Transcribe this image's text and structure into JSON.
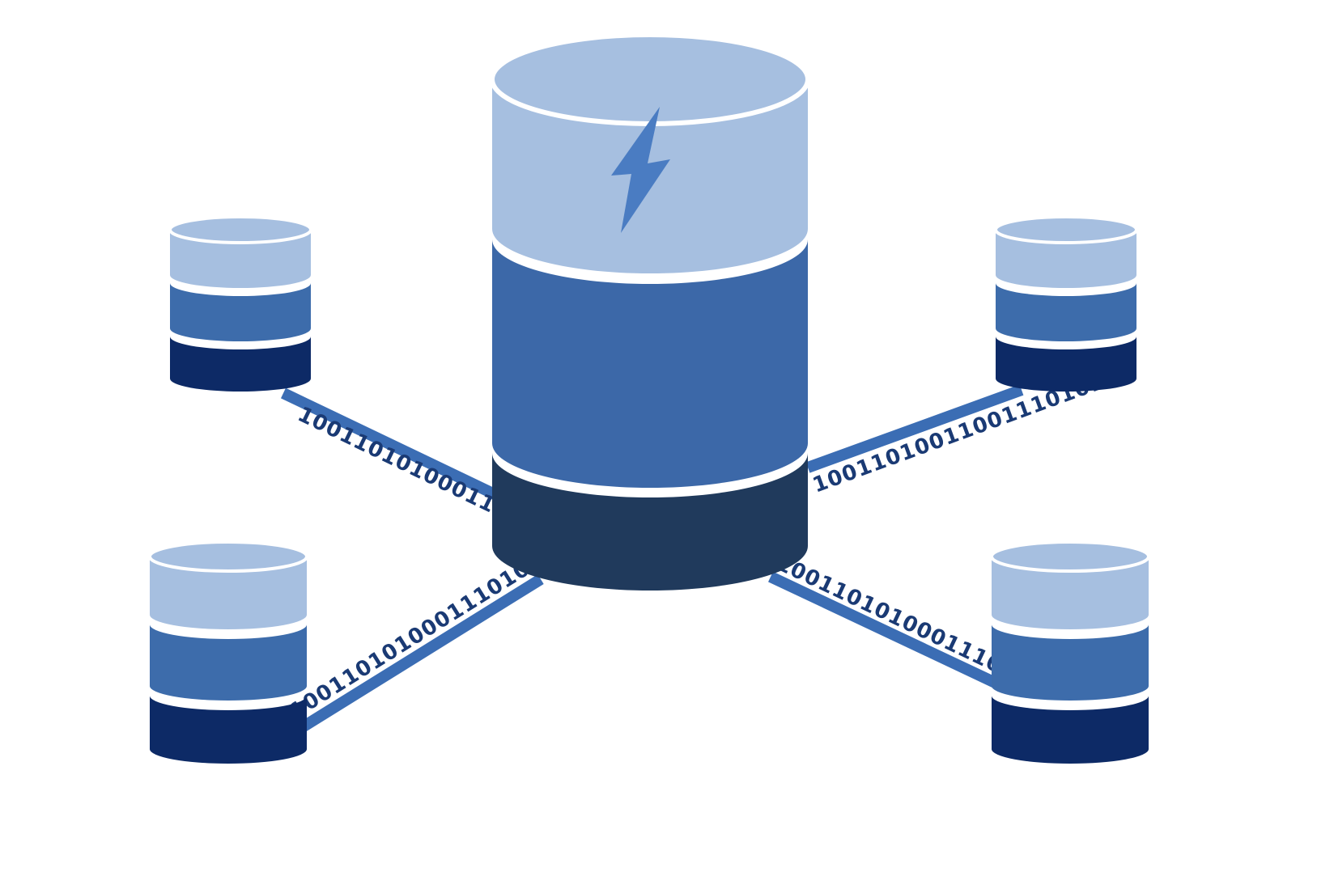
{
  "diagram": {
    "central_database": {
      "name": "central-database",
      "sections": [
        "light",
        "medium",
        "dark"
      ],
      "icon": "lightning-bolt-icon"
    },
    "satellite_databases": [
      {
        "id": "top-left",
        "sections": [
          "light",
          "medium",
          "dark"
        ]
      },
      {
        "id": "top-right",
        "sections": [
          "light",
          "medium",
          "dark"
        ]
      },
      {
        "id": "bottom-left",
        "sections": [
          "light",
          "medium",
          "dark"
        ]
      },
      {
        "id": "bottom-right",
        "sections": [
          "light",
          "medium",
          "dark"
        ]
      }
    ],
    "connections": {
      "top_left": {
        "binary": "1001101010001110101"
      },
      "top_right": {
        "binary": "10011010011001110101"
      },
      "bottom_left": {
        "binary": "1001101010001110101"
      },
      "bottom_right": {
        "binary": "100110101000111001"
      }
    },
    "palette": {
      "light_blue": "#a6bfe0",
      "medium_blue": "#3d6cab",
      "dark_navy": "#0d2a66",
      "central_middle_blue": "#3c68a8",
      "central_dark_blue": "#203a5c",
      "line_blue": "#3b6db4",
      "binary_text_blue": "#1a3a74",
      "bolt_blue": "#4a7cc2",
      "background": "#ffffff"
    }
  }
}
